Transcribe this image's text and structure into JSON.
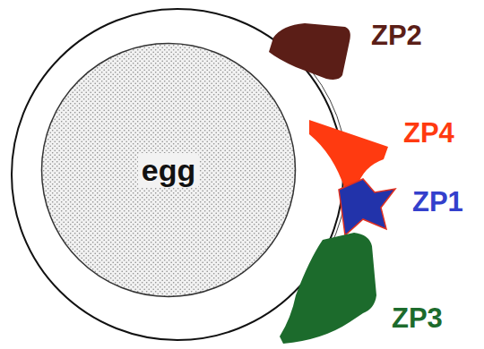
{
  "diagram": {
    "nodes": [
      {
        "text": [
          "egg"
        ]
      }
    ],
    "labels": [
      "ZP2",
      "ZP4",
      "ZP1",
      "ZP3"
    ]
  }
}
